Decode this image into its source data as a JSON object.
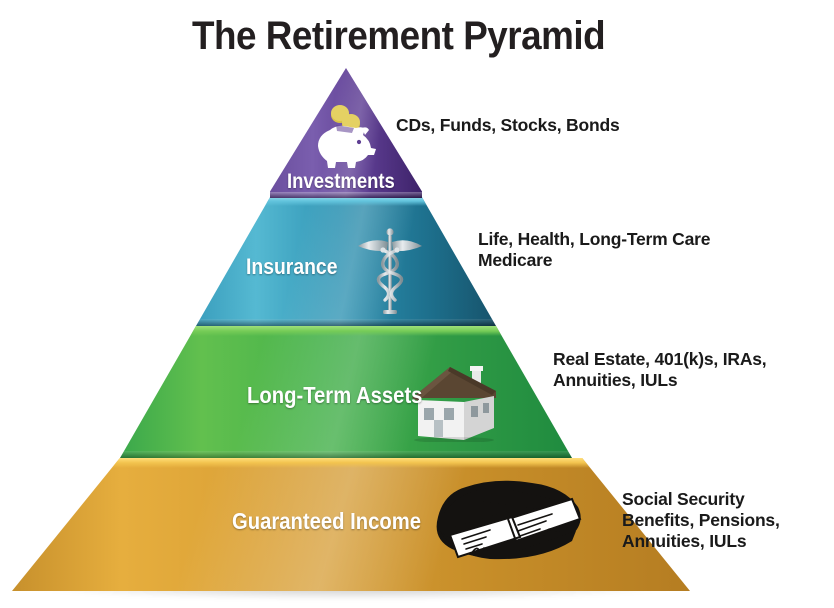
{
  "title": "The Retirement Pyramid",
  "chart_data": {
    "type": "pyramid",
    "title": "The Retirement Pyramid",
    "levels": [
      {
        "rank": 1,
        "label": "Investments",
        "items": "CDs, Funds, Stocks, Bonds",
        "color": "#5e3e93",
        "icon": "piggy-bank-icon"
      },
      {
        "rank": 2,
        "label": "Insurance",
        "items": "Life, Health, Long-Term Care\nMedicare",
        "color": "#2e93b3",
        "icon": "caduceus-icon"
      },
      {
        "rank": 3,
        "label": "Long-Term Assets",
        "items": "Real Estate, 401(k)s, IRAs,\nAnnuities, IULs",
        "color": "#46b24b",
        "icon": "house-icon"
      },
      {
        "rank": 4,
        "label": "Guaranteed Income",
        "items": "Social Security\nBenefits, Pensions,\nAnnuities, IULs",
        "color": "#d89e34",
        "icon": "check-icon"
      }
    ]
  },
  "colors": {
    "tier_investments": "#5e3e93",
    "tier_insurance": "#2e93b3",
    "tier_long_term_assets": "#46b24b",
    "tier_guaranteed_income": "#d89e34",
    "title_text": "#231f20",
    "label_text": "#ffffff",
    "callout_text": "#1a1a1a",
    "background": "#ffffff"
  }
}
